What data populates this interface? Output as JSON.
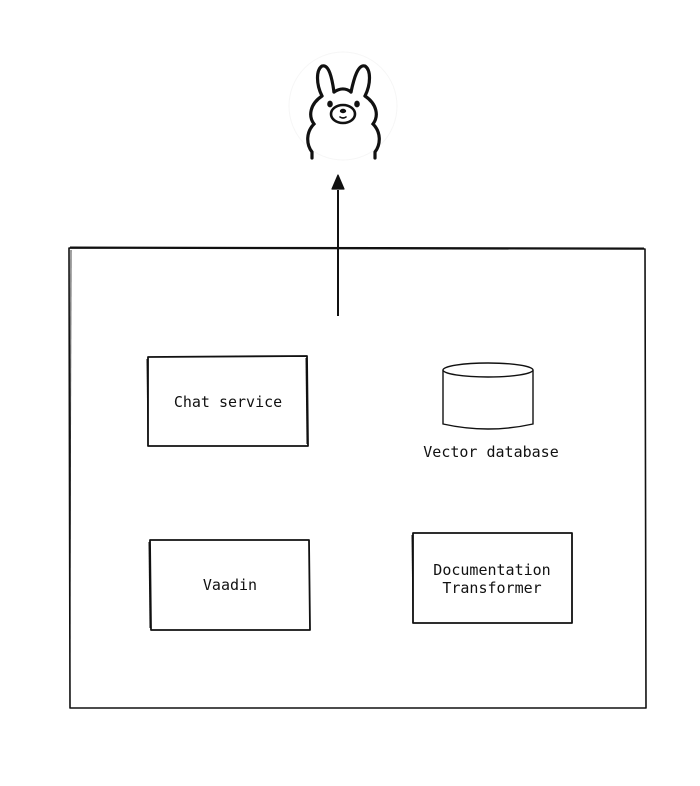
{
  "diagram": {
    "external": {
      "icon": "llama-icon"
    },
    "nodes": {
      "chat_service": {
        "label": "Chat service"
      },
      "vector_database": {
        "label": "Vector database",
        "icon": "database-cylinder-icon"
      },
      "vaadin": {
        "label": "Vaadin"
      },
      "documentation_transformer": {
        "label_line1": "Documentation",
        "label_line2": "Transformer"
      }
    },
    "edges": [
      {
        "from": "container",
        "to": "external",
        "style": "arrow"
      }
    ]
  },
  "colors": {
    "stroke": "#111111",
    "background": "#ffffff"
  }
}
